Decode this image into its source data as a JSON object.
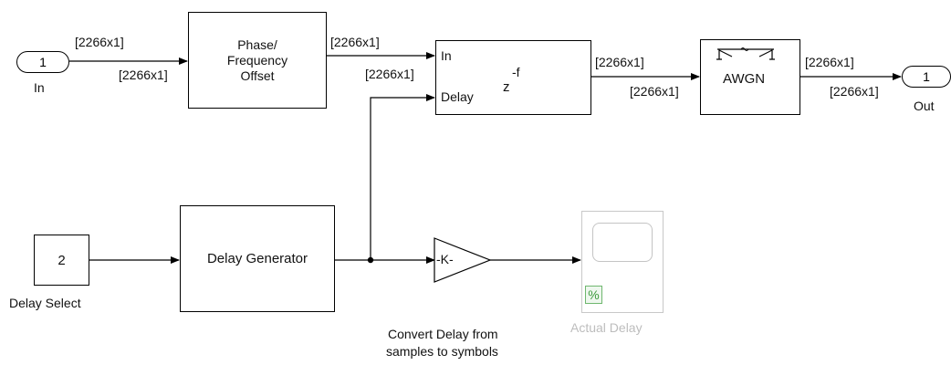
{
  "blocks": {
    "inport": {
      "number": "1",
      "label": "In"
    },
    "phase_offset": {
      "line1": "Phase/",
      "line2": "Frequency",
      "line3": "Offset"
    },
    "variable_delay": {
      "port_in": "In",
      "port_delay": "Delay",
      "symbol_base": "z",
      "symbol_exp": "-f"
    },
    "awgn": {
      "label": "AWGN"
    },
    "outport": {
      "number": "1",
      "label": "Out"
    },
    "delay_select": {
      "value": "2",
      "label": "Delay Select"
    },
    "delay_generator": {
      "label": "Delay Generator"
    },
    "gain": {
      "value": "-K-",
      "caption_line1": "Convert Delay from",
      "caption_line2": "samples to symbols"
    },
    "scope": {
      "label": "Actual Delay",
      "badge": "%"
    }
  },
  "signals": {
    "in_out": "[2266x1]",
    "phase_in": "[2266x1]",
    "phase_out": "[2266x1]",
    "delay_in": "[2266x1]",
    "delay_out": "[2266x1]",
    "awgn_in": "[2266x1]",
    "awgn_out": "[2266x1]",
    "out_in": "[2266x1]"
  },
  "colors": {
    "line": "#000000",
    "scope_disabled": "#bdbdbd",
    "scope_badge": "#3c9a3c"
  }
}
